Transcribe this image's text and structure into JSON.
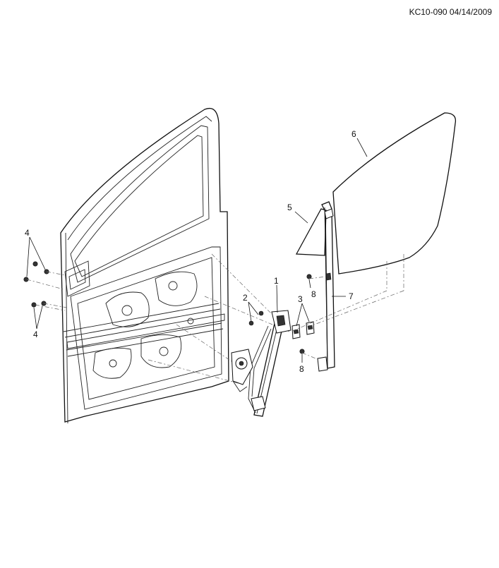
{
  "reference_code": "KC10-090 04/14/2009",
  "callouts": [
    {
      "id": "c1",
      "label": "1"
    },
    {
      "id": "c2",
      "label": "2"
    },
    {
      "id": "c3",
      "label": "3"
    },
    {
      "id": "c4a",
      "label": "4"
    },
    {
      "id": "c4b",
      "label": "4"
    },
    {
      "id": "c5",
      "label": "5"
    },
    {
      "id": "c6",
      "label": "6"
    },
    {
      "id": "c7",
      "label": "7"
    },
    {
      "id": "c8a",
      "label": "8"
    },
    {
      "id": "c8b",
      "label": "8"
    }
  ]
}
